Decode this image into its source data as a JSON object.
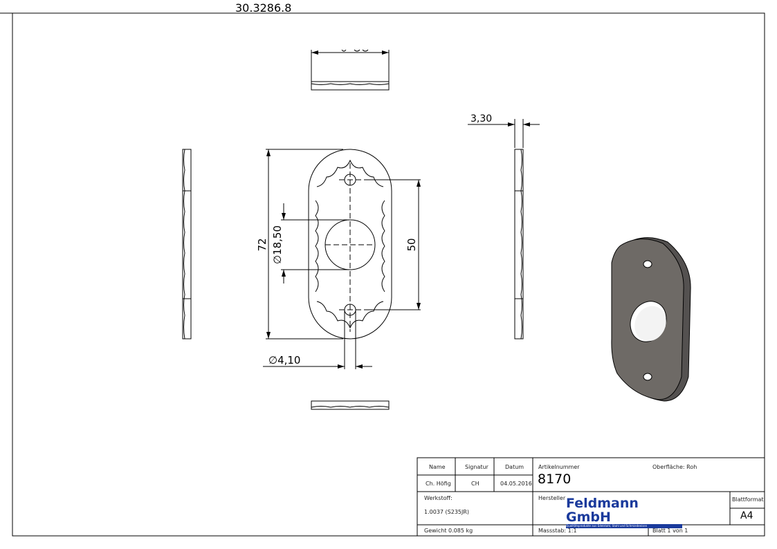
{
  "drawing_number": "30.3286.8",
  "dimensions": {
    "thickness": "3,30",
    "overall_length": "72",
    "hole_spacing": "50",
    "center_hole_diameter": "∅18,50",
    "small_hole_diameter": "∅4,10"
  },
  "title_block": {
    "name_label": "Name",
    "signature_label": "Signatur",
    "date_label": "Datum",
    "name": "Ch. Höfig",
    "signature": "CH",
    "date": "04.05.2016",
    "article_label": "Artikelnummer",
    "article_number": "8170",
    "surface": "Oberfläche:  Roh",
    "material_label": "Werkstoff:",
    "material": "1.0037 (S235JR)",
    "manufacturer_label": "Hersteller",
    "logo_text": "Feldmann GmbH",
    "logo_tagline": "Qualitätsprodukte aus Edelstahl, Stahl und Schmiedeeisen",
    "sheet_format_label": "Blattformat",
    "sheet_format": "A4",
    "weight": "Gewicht 0.085 kg",
    "scale": "Massstab: 1:1",
    "sheet": "Blatt 1 von 1"
  },
  "colors": {
    "line": "#000000",
    "render_fill": "#6e6a66",
    "logo_blue": "#1a3a9c"
  }
}
